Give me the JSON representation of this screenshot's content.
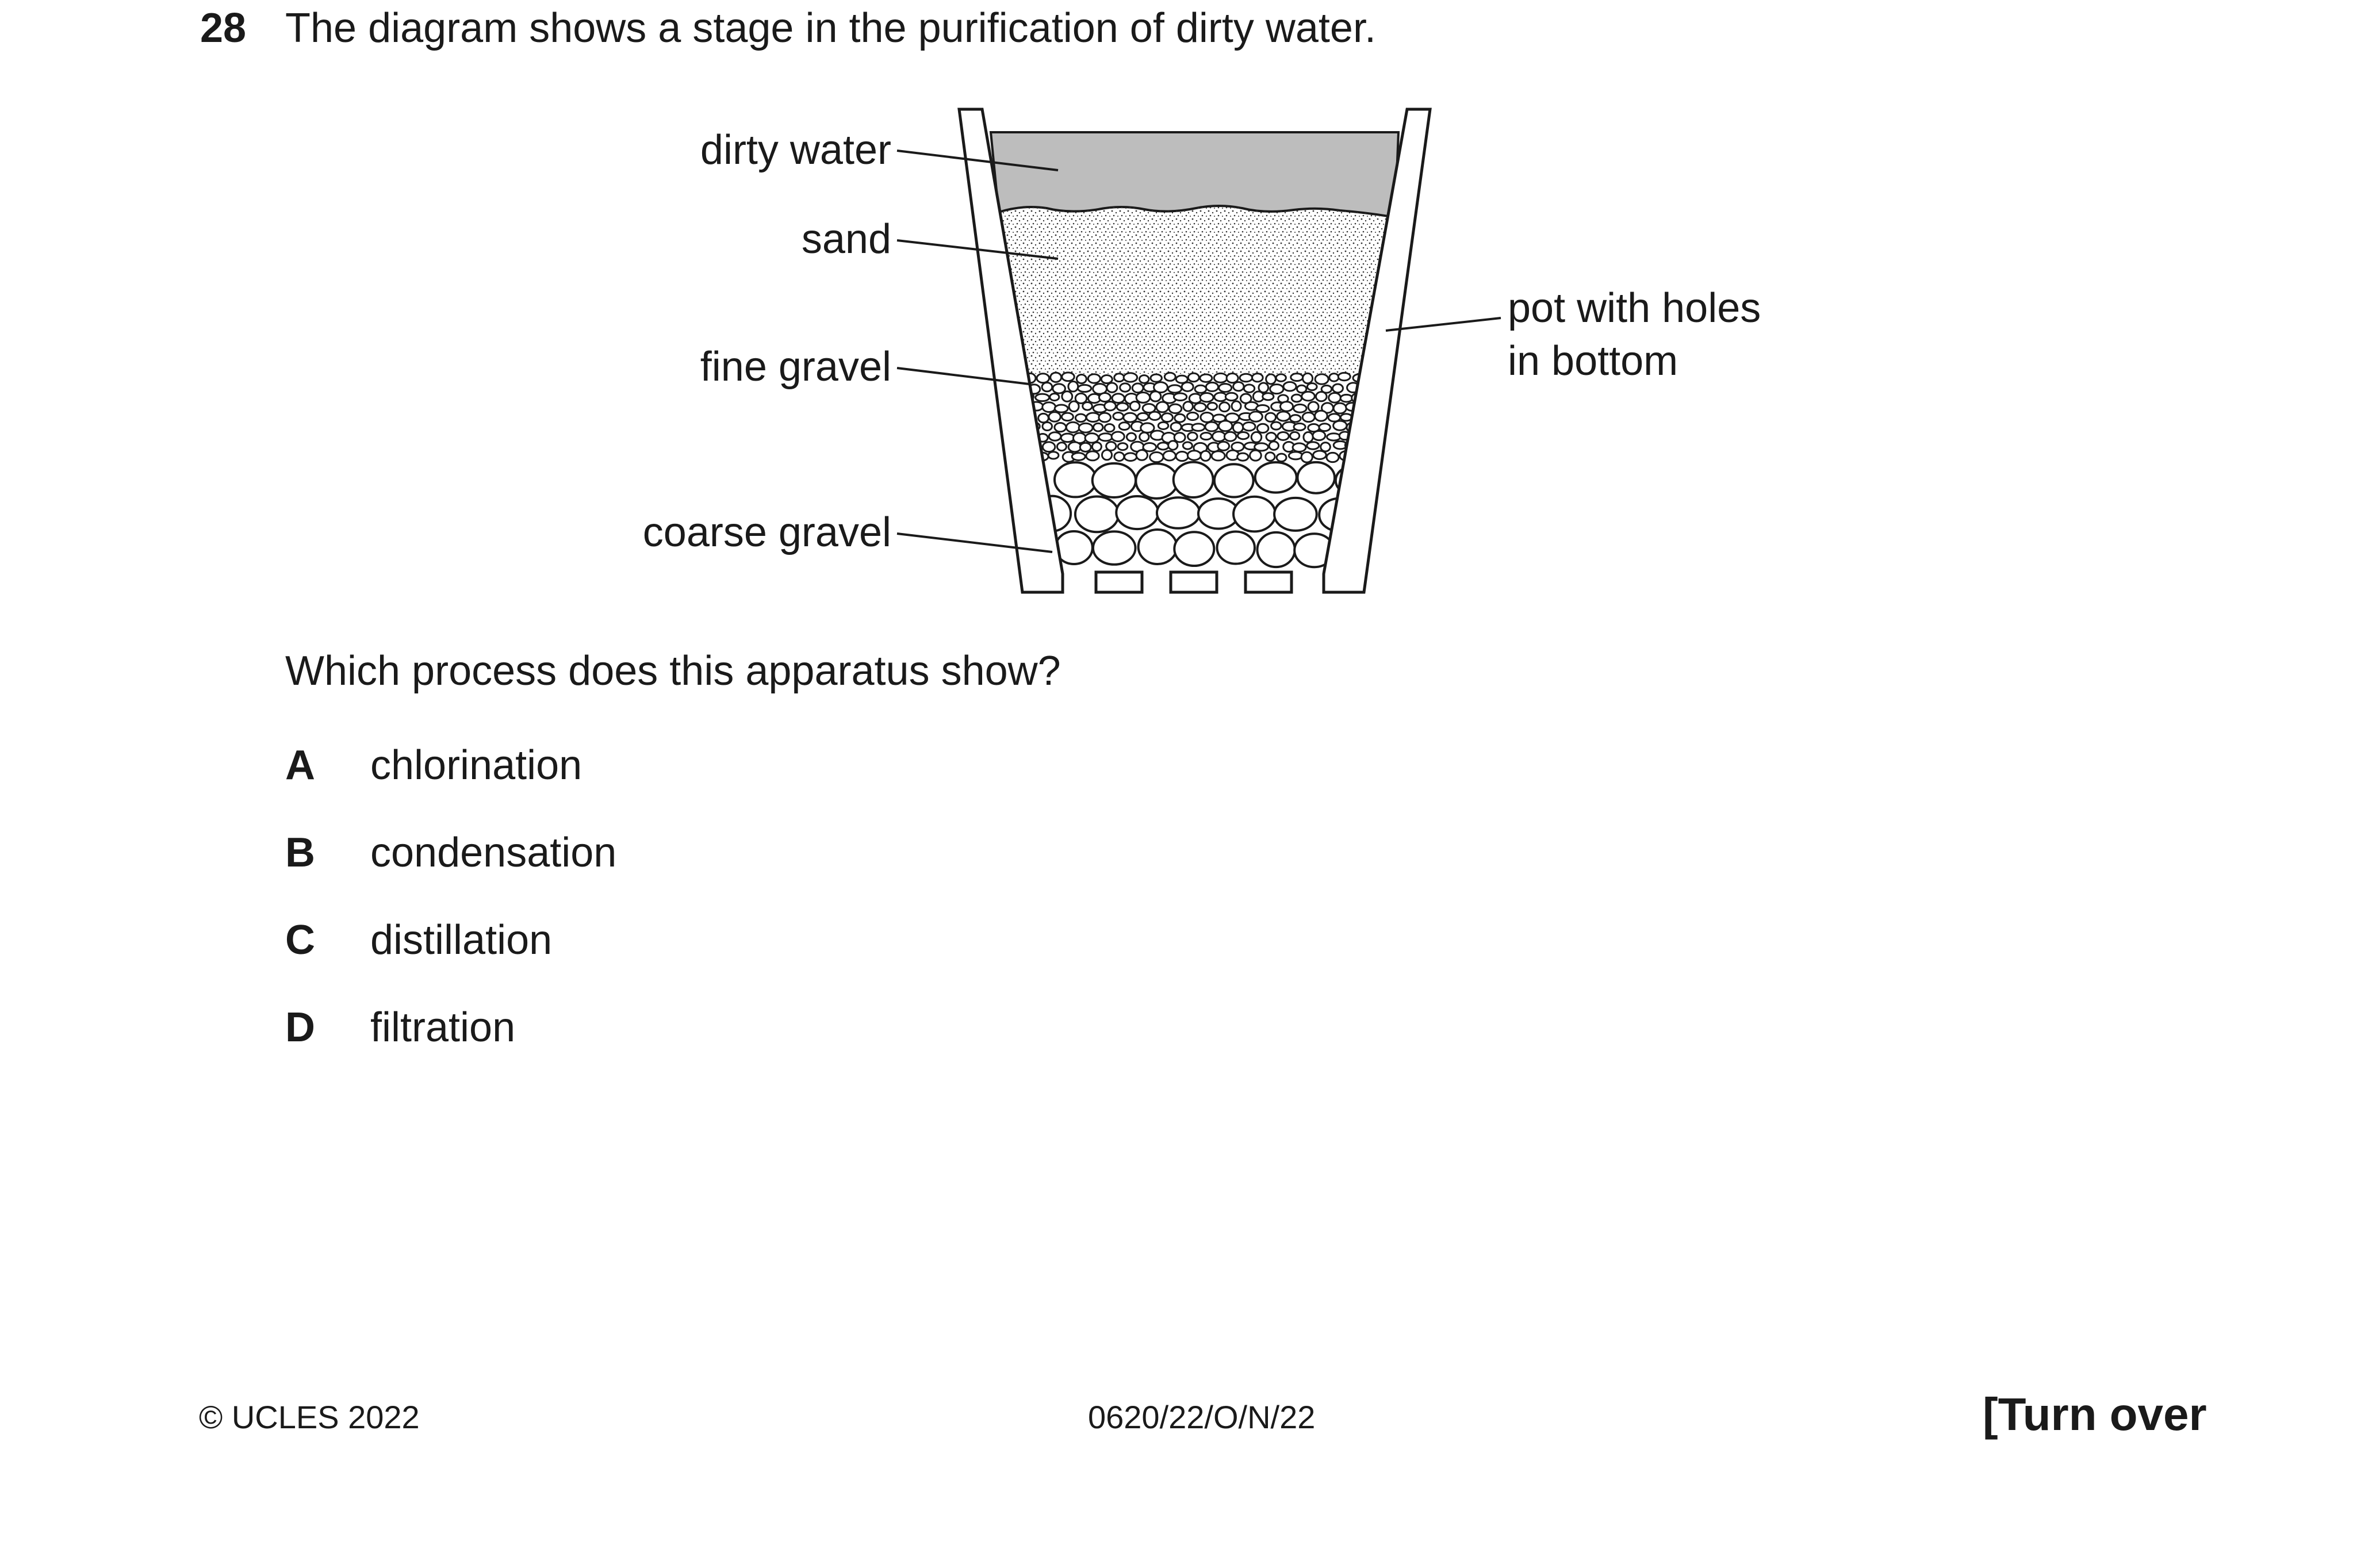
{
  "question": {
    "number": "28",
    "text": "The diagram shows a stage in the purification of dirty water."
  },
  "diagram": {
    "labels": {
      "dirty_water": "dirty water",
      "sand": "sand",
      "fine_gravel": "fine gravel",
      "coarse_gravel": "coarse gravel",
      "pot_line1": "pot with holes",
      "pot_line2": "in bottom"
    },
    "colors": {
      "water": "#bdbdbd",
      "outline": "#1a1a1a"
    }
  },
  "prompt": "Which process does this apparatus show?",
  "options": [
    {
      "letter": "A",
      "text": "chlorination"
    },
    {
      "letter": "B",
      "text": "condensation"
    },
    {
      "letter": "C",
      "text": "distillation"
    },
    {
      "letter": "D",
      "text": "filtration"
    }
  ],
  "footer": {
    "copyright": "© UCLES 2022",
    "code": "0620/22/O/N/22",
    "turn_over": "[Turn over"
  }
}
